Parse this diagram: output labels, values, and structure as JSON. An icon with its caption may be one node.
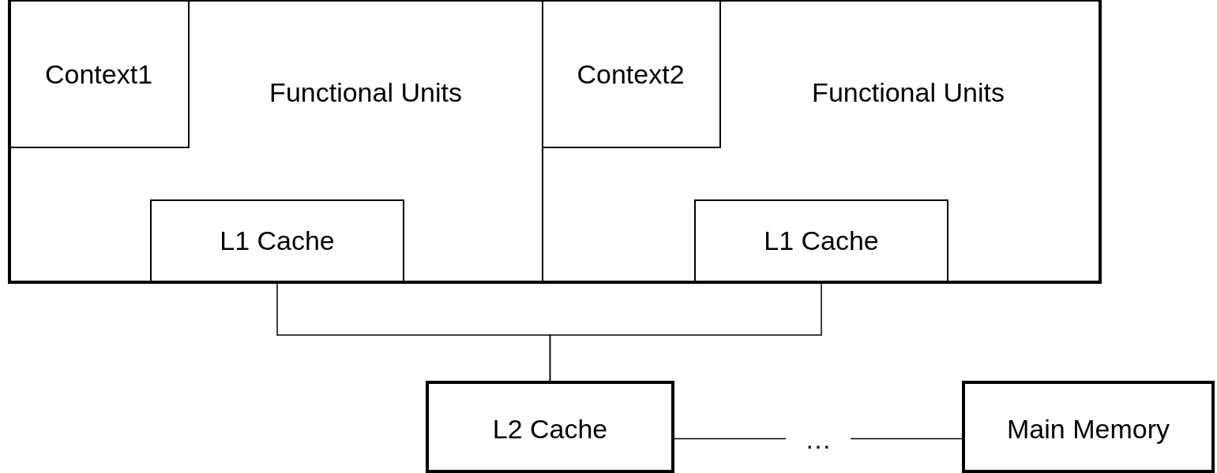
{
  "diagram": {
    "nodes": [
      {
        "text": [],
        "shape": "box"
      },
      {
        "text": [
          "Functional Units"
        ],
        "in": 0
      },
      {
        "text": [
          "Context1"
        ],
        "in": 1
      },
      {
        "text": [
          "L1 Cache"
        ],
        "in": 1
      },
      {
        "text": [
          "Functional Units"
        ],
        "in": 0
      },
      {
        "text": [
          "Context2"
        ],
        "in": 4
      },
      {
        "text": [
          "L1 Cache"
        ],
        "in": 4
      },
      {
        "text": [
          "L2 Cache"
        ]
      },
      {
        "text": [
          "Main Memory"
        ]
      }
    ],
    "edges": [
      {
        "from": 3,
        "to": 7,
        "arrow": "none"
      },
      {
        "from": 6,
        "to": 7,
        "arrow": "none"
      },
      {
        "from": 7,
        "to": 8,
        "arrow": "none",
        "label": "…"
      }
    ]
  }
}
